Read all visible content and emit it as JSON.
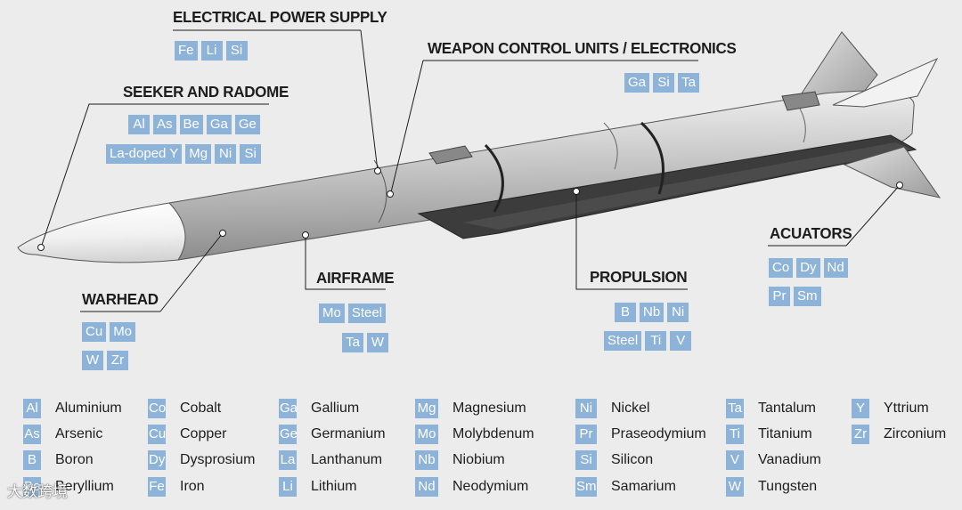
{
  "groups": {
    "power": {
      "title": "ELECTRICAL POWER SUPPLY",
      "rows": [
        [
          "Fe",
          "Li",
          "Si"
        ]
      ]
    },
    "weapon": {
      "title": "WEAPON CONTROL UNITS / ELECTRONICS",
      "rows": [
        [
          "Ga",
          "Si",
          "Ta"
        ]
      ]
    },
    "seeker": {
      "title": "SEEKER AND RADOME",
      "rows": [
        [
          "Al",
          "As",
          "Be",
          "Ga",
          "Ge"
        ],
        [
          "La-doped Y",
          "Mg",
          "Ni",
          "Si"
        ]
      ]
    },
    "warhead": {
      "title": "WARHEAD",
      "rows": [
        [
          "Cu",
          "Mo"
        ],
        [
          "W",
          "Zr"
        ]
      ]
    },
    "airframe": {
      "title": "AIRFRAME",
      "rows": [
        [
          "Mo",
          "Steel"
        ],
        [
          "Ta",
          "W"
        ]
      ]
    },
    "propulsion": {
      "title": "PROPULSION",
      "rows": [
        [
          "B",
          "Nb",
          "Ni"
        ],
        [
          "Steel",
          "Ti",
          "V"
        ]
      ]
    },
    "actuators": {
      "title": "ACUATORS",
      "rows": [
        [
          "Co",
          "Dy",
          "Nd"
        ],
        [
          "Pr",
          "Sm"
        ]
      ]
    }
  },
  "legend": [
    [
      [
        "Al",
        "Aluminium"
      ],
      [
        "As",
        "Arsenic"
      ],
      [
        "B",
        "Boron"
      ],
      [
        "Be",
        "Beryllium"
      ]
    ],
    [
      [
        "Co",
        "Cobalt"
      ],
      [
        "Cu",
        "Copper"
      ],
      [
        "Dy",
        "Dysprosium"
      ],
      [
        "Fe",
        "Iron"
      ]
    ],
    [
      [
        "Ga",
        "Gallium"
      ],
      [
        "Ge",
        "Germanium"
      ],
      [
        "La",
        "Lanthanum"
      ],
      [
        "Li",
        "Lithium"
      ]
    ],
    [
      [
        "Mg",
        "Magnesium"
      ],
      [
        "Mo",
        "Molybdenum"
      ],
      [
        "Nb",
        "Niobium"
      ],
      [
        "Nd",
        "Neodymium"
      ]
    ],
    [
      [
        "Ni",
        "Nickel"
      ],
      [
        "Pr",
        "Praseodymium"
      ],
      [
        "Si",
        "Silicon"
      ],
      [
        "Sm",
        "Samarium"
      ]
    ],
    [
      [
        "Ta",
        "Tantalum"
      ],
      [
        "Ti",
        "Titanium"
      ],
      [
        "V",
        "Vanadium"
      ],
      [
        "W",
        "Tungsten"
      ]
    ],
    [
      [
        "Y",
        "Yttrium"
      ],
      [
        "Zr",
        "Zirconium"
      ]
    ]
  ],
  "watermark": "大数跨境",
  "colors": {
    "chip": "#8db3d9",
    "background": "#ececec",
    "missile_body": "#c9c9c9",
    "missile_dark": "#3a3a3a"
  }
}
